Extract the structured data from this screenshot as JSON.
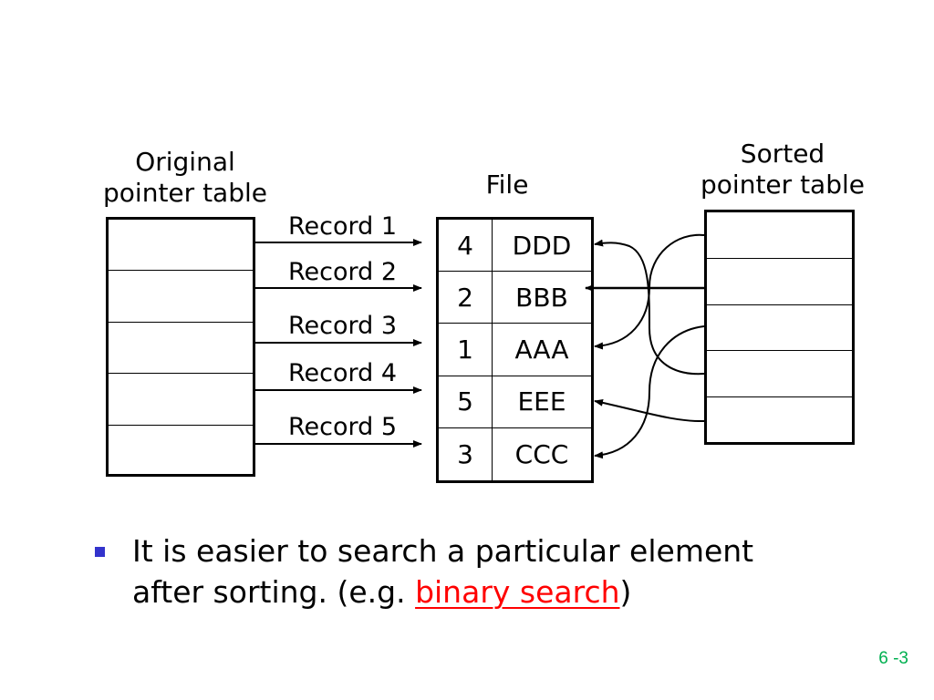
{
  "diagram": {
    "original_pointer_table": {
      "title_line1": "Original",
      "title_line2": "pointer table",
      "slot_count": 5
    },
    "file": {
      "title": "File",
      "rows": [
        {
          "key": "4",
          "value": "DDD"
        },
        {
          "key": "2",
          "value": "BBB"
        },
        {
          "key": "1",
          "value": "AAA"
        },
        {
          "key": "5",
          "value": "EEE"
        },
        {
          "key": "3",
          "value": "CCC"
        }
      ]
    },
    "sorted_pointer_table": {
      "title_line1": "Sorted",
      "title_line2": "pointer table",
      "slot_count": 5
    },
    "records": [
      "Record 1",
      "Record 2",
      "Record 3",
      "Record 4",
      "Record 5"
    ]
  },
  "bullet": {
    "text_before": "It is easier to search a particular element after sorting. (e.g. ",
    "highlight": "binary search",
    "text_after": ")",
    "highlight_color": "#ff0000",
    "bullet_color": "#3333cc"
  },
  "footer": {
    "page_number": "6 -3",
    "color": "#00b050"
  }
}
